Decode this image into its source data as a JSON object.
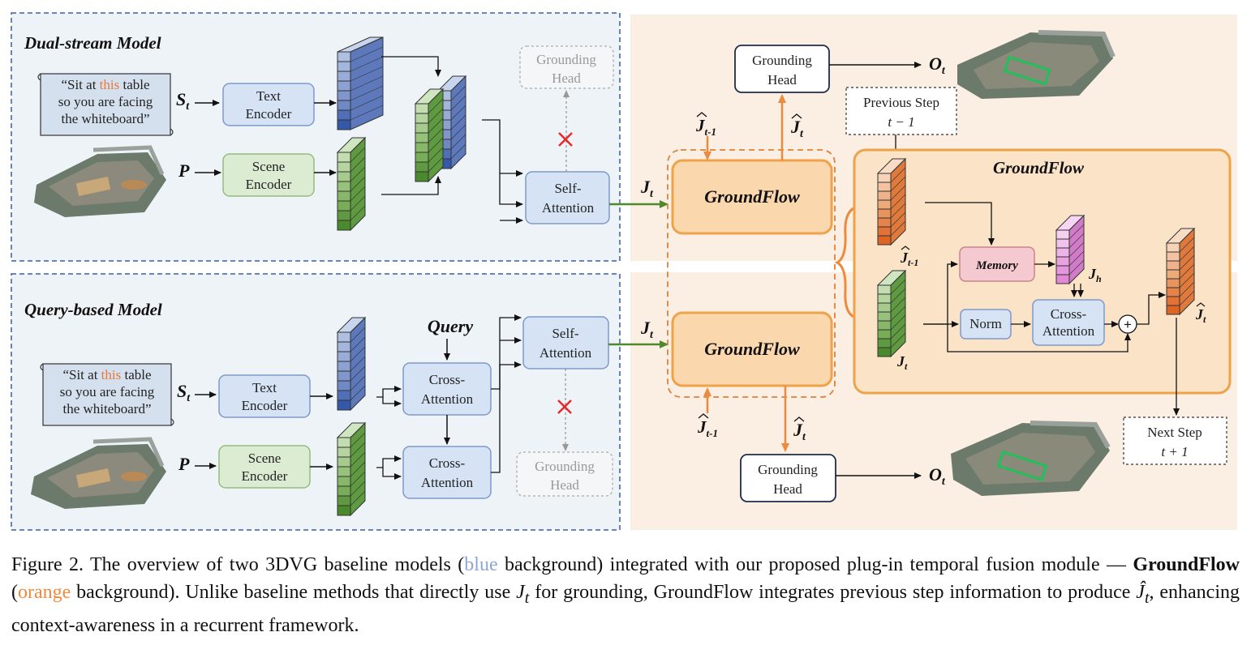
{
  "dual_stream": {
    "title": "Dual-stream Model",
    "quote": [
      "“Sit at ",
      "this",
      " table",
      "so you are facing",
      "the whiteboard”"
    ],
    "s_label": "S",
    "s_sub": "t",
    "p_label": "P",
    "text_encoder": [
      "Text",
      "Encoder"
    ],
    "scene_encoder": [
      "Scene",
      "Encoder"
    ],
    "grounding_head": [
      "Grounding",
      "Head"
    ],
    "self_attention": [
      "Self-",
      "Attention"
    ],
    "j_label": "J",
    "j_sub": "t"
  },
  "query_based": {
    "title": "Query-based Model",
    "quote": [
      "“Sit at ",
      "this",
      " table",
      "so you are facing",
      "the whiteboard”"
    ],
    "s_label": "S",
    "s_sub": "t",
    "p_label": "P",
    "text_encoder": [
      "Text",
      "Encoder"
    ],
    "scene_encoder": [
      "Scene",
      "Encoder"
    ],
    "query_label": "Query",
    "cross_attention_1": [
      "Cross-",
      "Attention"
    ],
    "cross_attention_2": [
      "Cross-",
      "Attention"
    ],
    "self_attention": [
      "Self-",
      "Attention"
    ],
    "grounding_head": [
      "Grounding",
      "Head"
    ],
    "j_label": "J",
    "j_sub": "t"
  },
  "groundflow_top": {
    "label": "GroundFlow",
    "grounding_head": [
      "Grounding",
      "Head"
    ],
    "o_label": "O",
    "o_sub": "t",
    "jhat_prev": "J",
    "jhat_prev_sub": "t-1",
    "jhat": "J",
    "jhat_sub": "t"
  },
  "groundflow_bottom": {
    "label": "GroundFlow",
    "grounding_head": [
      "Grounding",
      "Head"
    ],
    "o_label": "O",
    "o_sub": "t",
    "jhat_prev": "J",
    "jhat_prev_sub": "t-1",
    "jhat": "J",
    "jhat_sub": "t"
  },
  "detail": {
    "title": "GroundFlow",
    "previous_step": [
      "Previous Step",
      "t − 1"
    ],
    "next_step": [
      "Next Step",
      "t + 1"
    ],
    "memory": "Memory",
    "norm": "Norm",
    "cross_attention": [
      "Cross-",
      "Attention"
    ],
    "jhat_prev": "J",
    "jhat_prev_sub": "t-1",
    "jt": "J",
    "jt_sub": "t",
    "jh": "J",
    "jh_sub": "h",
    "jhat_out": "J",
    "jhat_out_sub": "t",
    "plus": "+"
  },
  "caption": {
    "part1": "Figure 2.  The overview of two 3DVG baseline models (",
    "blue_word": "blue",
    "part2": " background) integrated with our proposed plug-in temporal fusion module — ",
    "bold_name": "GroundFlow",
    "part3": " (",
    "orange_word": "orange",
    "part4": " background). Unlike baseline methods that directly use ",
    "math1": "J",
    "math1_sub": "t",
    "part5": " for grounding, GroundFlow integrates previous step information to produce ",
    "math2": "Ĵ",
    "math2_sub": "t",
    "part6": ", enhancing context-awareness in a recurrent framework."
  },
  "colors": {
    "blue_bg": "#eef3f8",
    "orange_bg": "#fbeee3",
    "blue_dash": "#3a5ea8",
    "orange_dash": "#e0803a",
    "green_arrow": "#4e8a2c",
    "orange_arrow": "#ec8a3e"
  }
}
